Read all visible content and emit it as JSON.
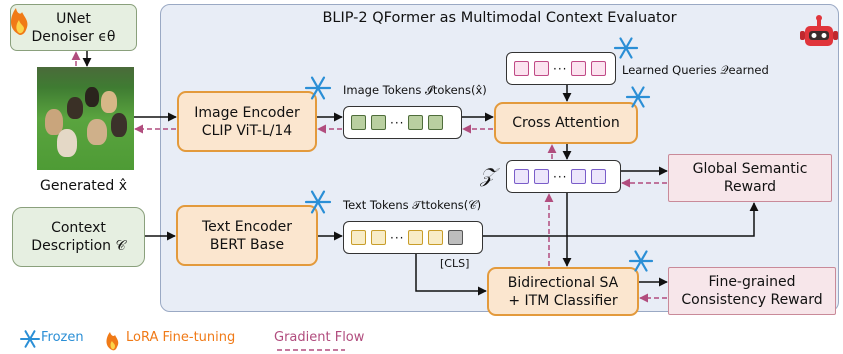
{
  "panel": {
    "title": "BLIP-2 QFormer as Multimodal Context Evaluator"
  },
  "unet": {
    "line1": "UNet",
    "line2": "Denoiser ϵθ"
  },
  "generated_label": "Generated x̂",
  "context": {
    "line1": "Context",
    "line2": "Description 𝒞"
  },
  "image_encoder": {
    "line1": "Image Encoder",
    "line2": "CLIP ViT-L/14"
  },
  "text_encoder": {
    "line1": "Text Encoder",
    "line2": "BERT Base"
  },
  "cross_attention": {
    "label": "Cross Attention"
  },
  "bidirectional": {
    "line1": "Bidirectional SA",
    "line2": "+ ITM Classifier"
  },
  "global_reward": {
    "line1": "Global Semantic",
    "line2": "Reward"
  },
  "fine_reward": {
    "line1": "Fine-grained",
    "line2": "Consistency Reward"
  },
  "image_tokens_label": "Image Tokens 𝓘tokens(x̂)",
  "text_tokens_label": "Text Tokens 𝒯ttokens(𝒞)",
  "learned_queries_label": "Learned Queries 𝒬earned",
  "z_label": "𝒵",
  "cls_label": "[CLS]",
  "token_dots": "···",
  "legend": {
    "frozen": "Frozen",
    "lora": "LoRA Fine-tuning",
    "gradient": "Gradient Flow"
  },
  "colors": {
    "gradient": "#b14d7e",
    "frozen_icon": "#2b8fd6",
    "fire_icon": "#f07a17",
    "robot": "#e0353b"
  }
}
